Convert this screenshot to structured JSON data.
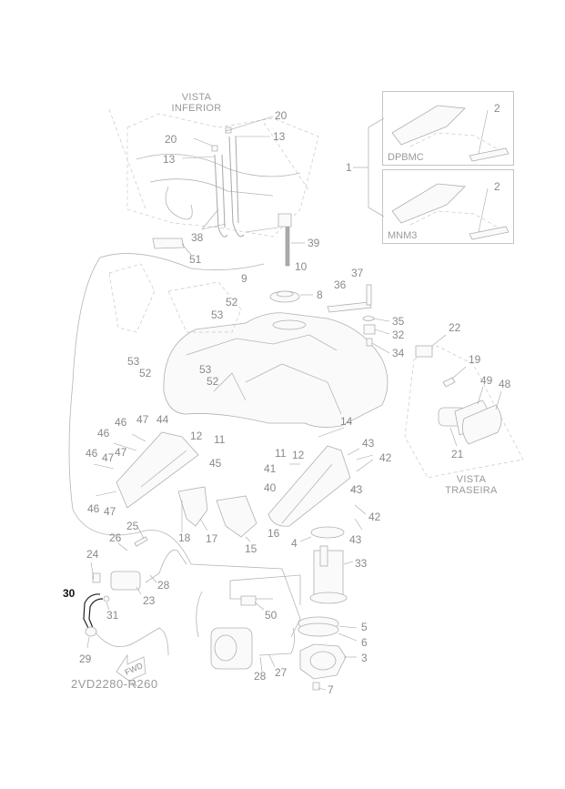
{
  "diagram": {
    "code": "2VD2280-R260",
    "views": {
      "bottom": [
        "VISTA",
        "INFERIOR"
      ],
      "rear": [
        "VISTA",
        "TRASEIRA"
      ]
    },
    "variants": [
      {
        "name": "DPBMC",
        "part": "2"
      },
      {
        "name": "MNM3",
        "part": "2"
      }
    ],
    "variant_group_label": "1",
    "highlighted_part": "30",
    "fwd_label": "FWD",
    "callouts": [
      {
        "id": "20a",
        "n": "20"
      },
      {
        "id": "13a",
        "n": "13"
      },
      {
        "id": "20b",
        "n": "20"
      },
      {
        "id": "13b",
        "n": "13"
      },
      {
        "id": "38",
        "n": "38"
      },
      {
        "id": "39",
        "n": "39"
      },
      {
        "id": "51",
        "n": "51"
      },
      {
        "id": "9",
        "n": "9"
      },
      {
        "id": "10",
        "n": "10"
      },
      {
        "id": "8",
        "n": "8"
      },
      {
        "id": "37",
        "n": "37"
      },
      {
        "id": "36",
        "n": "36"
      },
      {
        "id": "35",
        "n": "35"
      },
      {
        "id": "32",
        "n": "32"
      },
      {
        "id": "34",
        "n": "34"
      },
      {
        "id": "22",
        "n": "22"
      },
      {
        "id": "19",
        "n": "19"
      },
      {
        "id": "49",
        "n": "49"
      },
      {
        "id": "48",
        "n": "48"
      },
      {
        "id": "21",
        "n": "21"
      },
      {
        "id": "53a",
        "n": "53"
      },
      {
        "id": "52a",
        "n": "52"
      },
      {
        "id": "53b",
        "n": "53"
      },
      {
        "id": "52b",
        "n": "52"
      },
      {
        "id": "53c",
        "n": "53"
      },
      {
        "id": "52c",
        "n": "52"
      },
      {
        "id": "46a",
        "n": "46"
      },
      {
        "id": "47a",
        "n": "47"
      },
      {
        "id": "44",
        "n": "44"
      },
      {
        "id": "46b",
        "n": "46"
      },
      {
        "id": "47b",
        "n": "47"
      },
      {
        "id": "46c",
        "n": "46"
      },
      {
        "id": "47c",
        "n": "47"
      },
      {
        "id": "46d",
        "n": "46"
      },
      {
        "id": "47d",
        "n": "47"
      },
      {
        "id": "45",
        "n": "45"
      },
      {
        "id": "12a",
        "n": "12"
      },
      {
        "id": "11a",
        "n": "11"
      },
      {
        "id": "11b",
        "n": "11"
      },
      {
        "id": "12b",
        "n": "12"
      },
      {
        "id": "14",
        "n": "14"
      },
      {
        "id": "43a",
        "n": "43"
      },
      {
        "id": "42a",
        "n": "42"
      },
      {
        "id": "41",
        "n": "41"
      },
      {
        "id": "43b",
        "n": "43"
      },
      {
        "id": "40",
        "n": "40"
      },
      {
        "id": "42b",
        "n": "42"
      },
      {
        "id": "43c",
        "n": "43"
      },
      {
        "id": "16",
        "n": "16"
      },
      {
        "id": "4",
        "n": "4"
      },
      {
        "id": "18",
        "n": "18"
      },
      {
        "id": "17",
        "n": "17"
      },
      {
        "id": "15",
        "n": "15"
      },
      {
        "id": "25",
        "n": "25"
      },
      {
        "id": "26",
        "n": "26"
      },
      {
        "id": "24",
        "n": "24"
      },
      {
        "id": "28a",
        "n": "28"
      },
      {
        "id": "23",
        "n": "23"
      },
      {
        "id": "30",
        "n": "30"
      },
      {
        "id": "31",
        "n": "31"
      },
      {
        "id": "29",
        "n": "29"
      },
      {
        "id": "33",
        "n": "33"
      },
      {
        "id": "50",
        "n": "50"
      },
      {
        "id": "5",
        "n": "5"
      },
      {
        "id": "6",
        "n": "6"
      },
      {
        "id": "3",
        "n": "3"
      },
      {
        "id": "28b",
        "n": "28"
      },
      {
        "id": "27",
        "n": "27"
      },
      {
        "id": "7",
        "n": "7"
      }
    ]
  }
}
